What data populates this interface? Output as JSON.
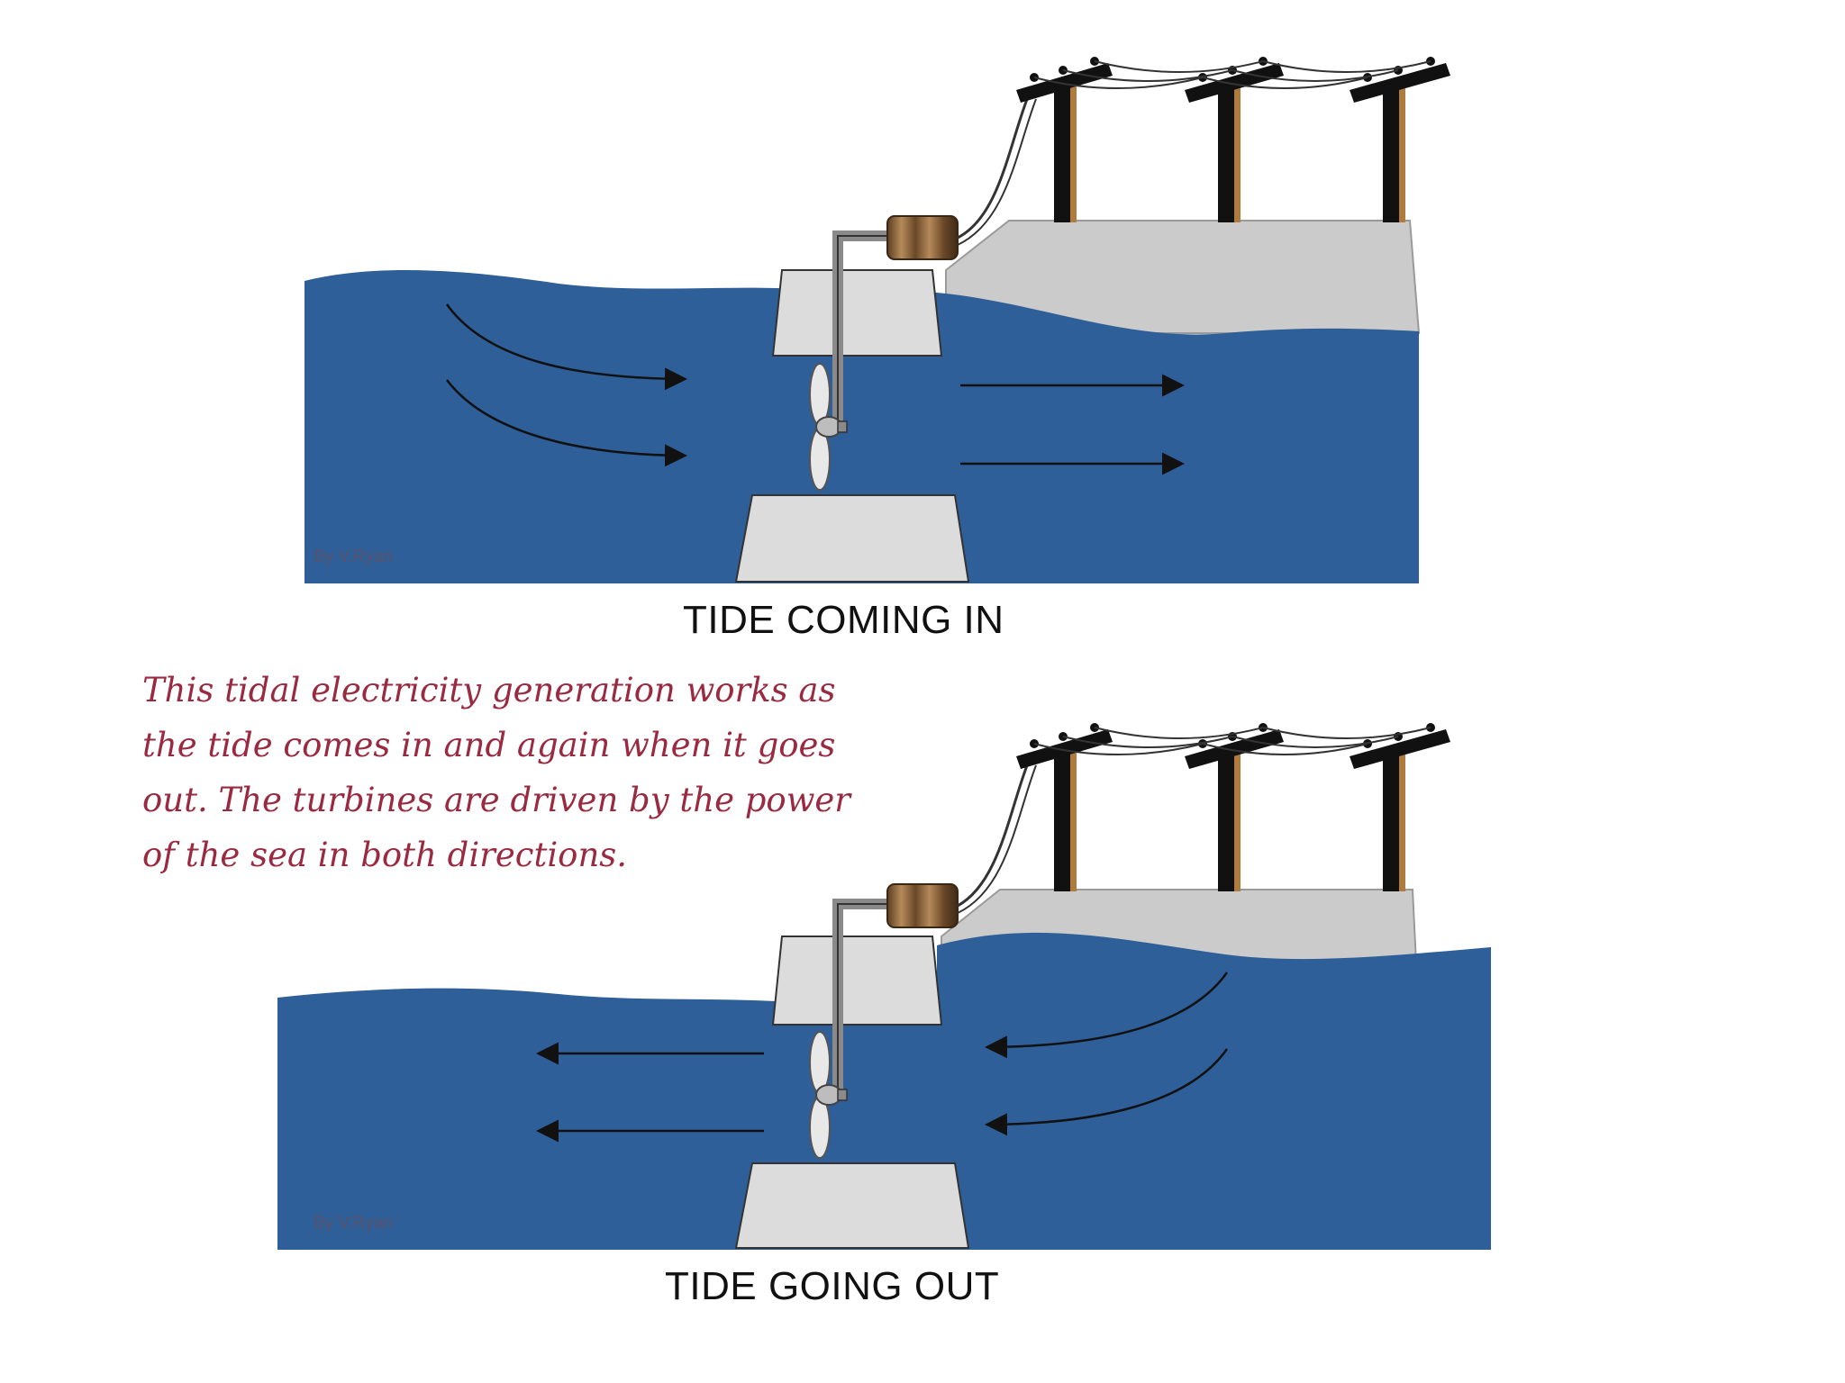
{
  "captions": {
    "top": "TIDE COMING IN",
    "bottom": "TIDE GOING OUT"
  },
  "description": "This tidal electricity generation works as the tide comes in and again when it goes out. The turbines are driven by the power of the sea in both directions.",
  "credits": {
    "top": "By V.Ryan",
    "bottom": "By V.Ryan"
  },
  "colors": {
    "sea": "#2f5f98",
    "dam": "#dcdcdc",
    "land": "#cbcbcb",
    "pole": "#111111",
    "pole_shade": "#b07c3e",
    "generator": "#7a5a3a",
    "description_text": "#9a2a40"
  },
  "icons": {
    "pole": "electricity-pole-icon",
    "generator": "generator-icon",
    "turbine": "turbine-propeller-icon",
    "arrow": "flow-arrow-icon"
  }
}
